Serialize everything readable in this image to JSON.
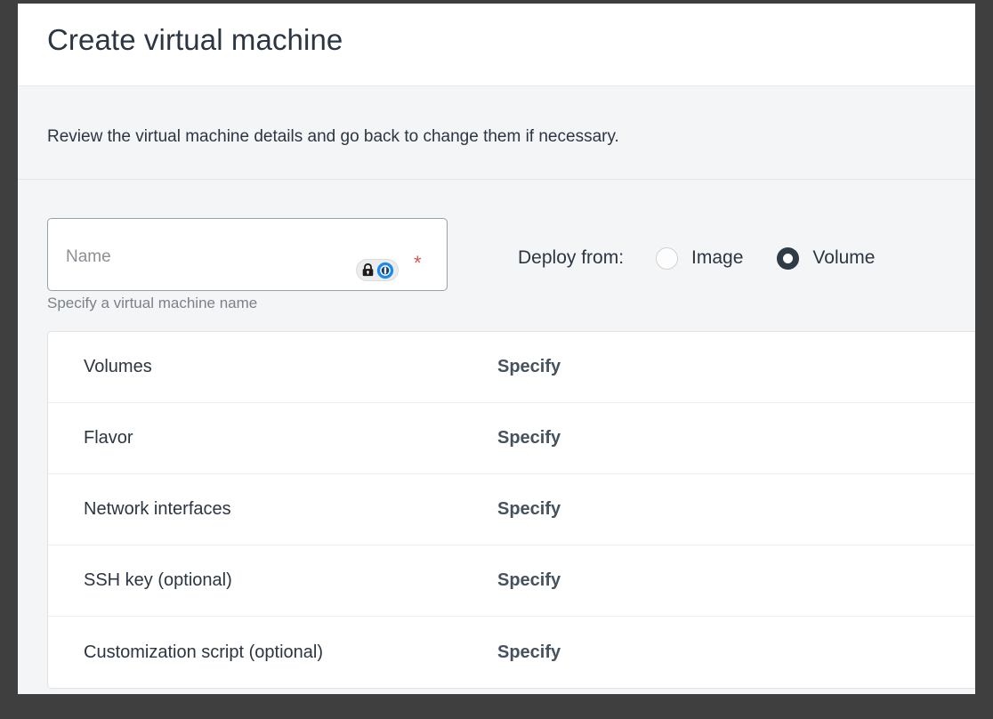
{
  "window": {
    "frame_color": "#3f3f3f",
    "page_background": "#f4f5f7"
  },
  "header": {
    "title": "Create virtual machine"
  },
  "description": {
    "text": "Review the virtual machine details and go back to change them if necessary."
  },
  "form": {
    "name_field": {
      "placeholder": "Name",
      "value": "",
      "required_marker": "*",
      "required_color": "#d9534f",
      "helper_text": "Specify a virtual machine name",
      "badge": {
        "lock_icon": "lock-icon",
        "info_icon": "password-manager-icon"
      }
    },
    "deploy_from": {
      "label": "Deploy from:",
      "options": [
        {
          "label": "Image",
          "selected": false
        },
        {
          "label": "Volume",
          "selected": true
        }
      ],
      "selected_color": "#2f3b47"
    }
  },
  "summary": {
    "rows": [
      {
        "name": "Volumes",
        "action": "Specify"
      },
      {
        "name": "Flavor",
        "action": "Specify"
      },
      {
        "name": "Network interfaces",
        "action": "Specify"
      },
      {
        "name": "SSH key (optional)",
        "action": "Specify"
      },
      {
        "name": "Customization script (optional)",
        "action": "Specify"
      }
    ]
  }
}
